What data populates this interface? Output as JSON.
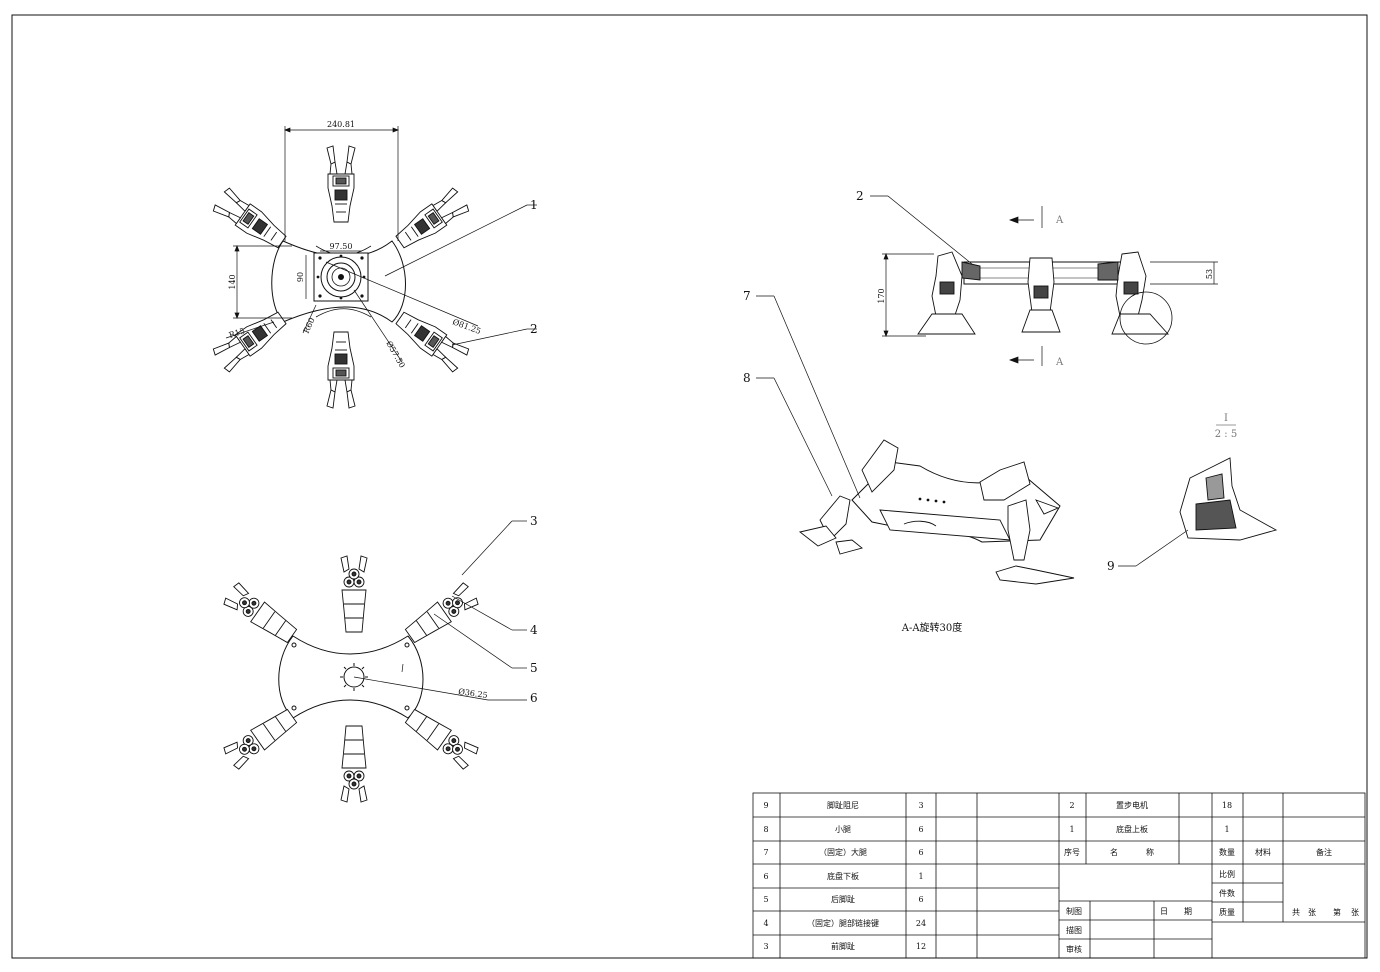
{
  "dimensions": {
    "top": {
      "width": "240.81",
      "inner_width": "97.50",
      "height_left": "140",
      "inner_height": "90",
      "radius_small": "R15",
      "radius_arc": "R60",
      "dia_outer": "Ø81.25",
      "dia_inner": "Ø57.50"
    },
    "bottom": {
      "dia": "Ø36.25"
    },
    "side": {
      "height": "170",
      "plate": "53"
    }
  },
  "balloons": {
    "b1": "1",
    "b2": "2",
    "b3": "3",
    "b4": "4",
    "b5": "5",
    "b6": "6",
    "b2s": "2",
    "b7": "7",
    "b8": "8",
    "b9": "9"
  },
  "section": {
    "mark_top": "A",
    "mark_bottom": "A",
    "view_label": "A-A旋转30度",
    "detail_label": "I",
    "detail_scale": "2 : 5"
  },
  "bom": {
    "left_rows": [
      {
        "no": "9",
        "name": "脚趾阻尼",
        "qty": "3"
      },
      {
        "no": "8",
        "name": "小腿",
        "qty": "6"
      },
      {
        "no": "7",
        "name": "（固定）大腿",
        "qty": "6"
      },
      {
        "no": "6",
        "name": "底盘下板",
        "qty": "1"
      },
      {
        "no": "5",
        "name": "后脚趾",
        "qty": "6"
      },
      {
        "no": "4",
        "name": "（固定）腿部链接键",
        "qty": "24"
      },
      {
        "no": "3",
        "name": "前脚趾",
        "qty": "12"
      }
    ],
    "right_rows": [
      {
        "no": "2",
        "name": "置步电机",
        "qty": "18"
      },
      {
        "no": "1",
        "name": "底盘上板",
        "qty": "1"
      }
    ],
    "header": {
      "no": "序号",
      "name_a": "名",
      "name_b": "称",
      "qty": "数量",
      "material": "材料",
      "remark": "备注"
    },
    "title": {
      "scale": "比例",
      "count": "件数",
      "mass": "质量",
      "sheets_a": "共",
      "sheets_b": "张",
      "sheet_a": "第",
      "sheet_b": "张",
      "drawn": "制图",
      "date_a": "日",
      "date_b": "期",
      "traced": "描图",
      "checked": "审核"
    }
  }
}
